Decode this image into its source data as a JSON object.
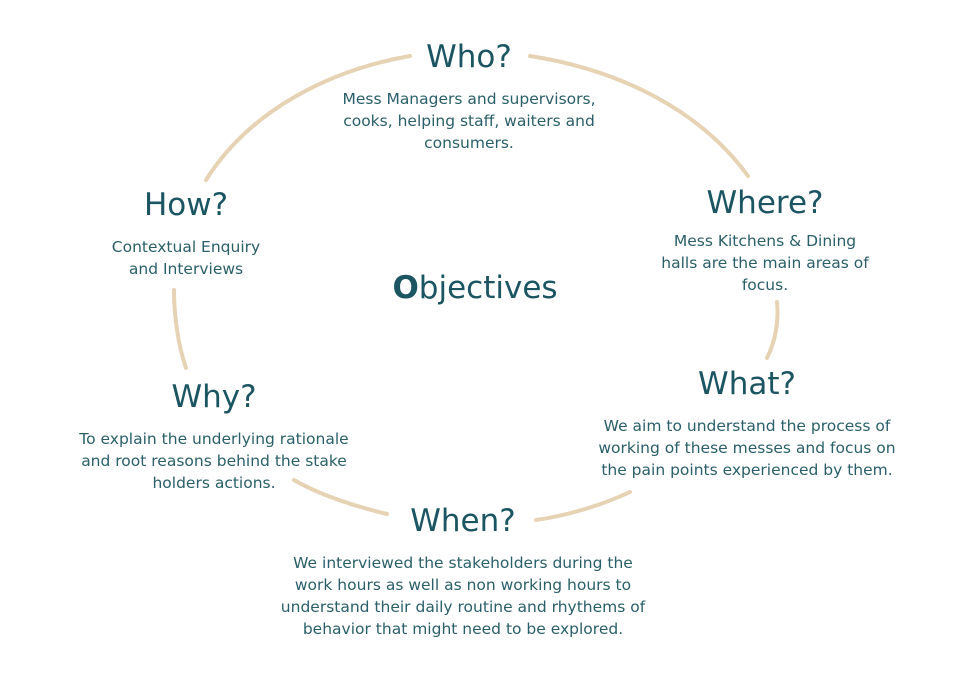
{
  "center": {
    "lead": "O",
    "rest": "bjectives"
  },
  "nodes": {
    "who": {
      "title": "Who?",
      "text": "Mess Managers and supervisors, cooks, helping staff, waiters and consumers."
    },
    "where": {
      "title": "Where?",
      "text": "Mess Kitchens & Dining halls are the main areas of focus."
    },
    "what": {
      "title": "What?",
      "text": "We aim to understand the process of working of these messes and focus on the pain points experienced by them."
    },
    "when": {
      "title": "When?",
      "text": "We interviewed the stakeholders during the work hours as well as non working hours to understand their daily routine and rhythems of behavior that might need to be explored."
    },
    "why": {
      "title": "Why?",
      "text": "To explain the underlying rationale and root reasons behind the stake holders actions."
    },
    "how": {
      "title": "How?",
      "text": "Contextual Enquiry and Interviews"
    }
  },
  "colors": {
    "ring": "#e6d3b4",
    "text": "#1a5561"
  }
}
